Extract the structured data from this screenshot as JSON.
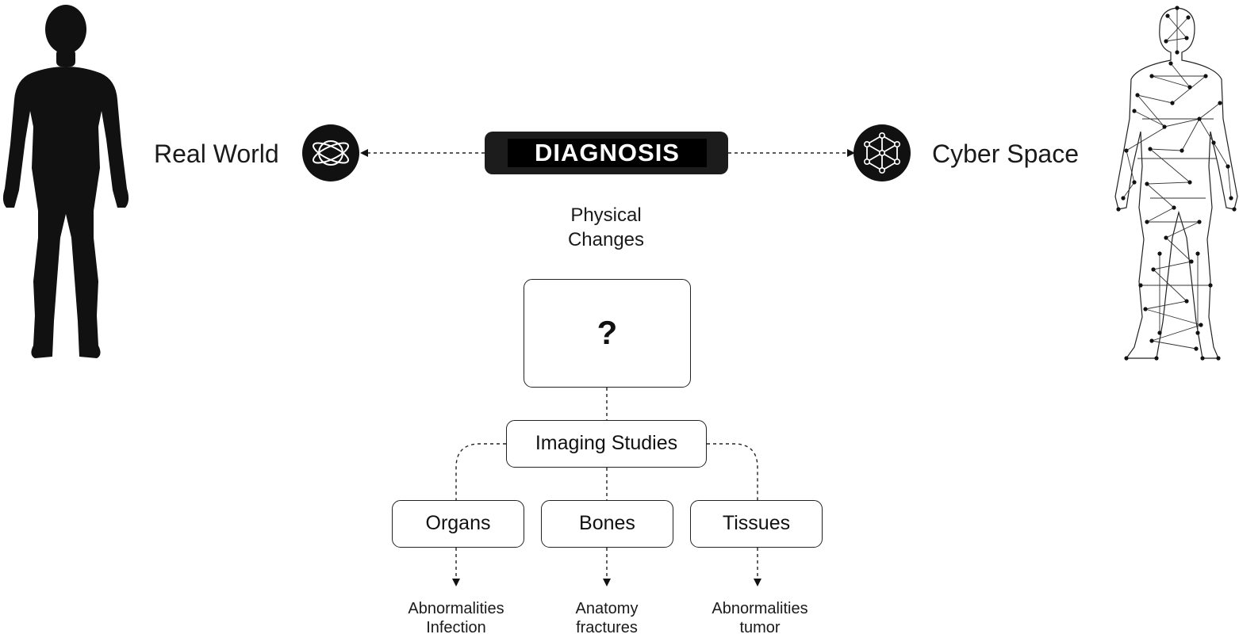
{
  "real_world": {
    "label": "Real World",
    "icon": "orbit-globe-icon"
  },
  "cyber_space": {
    "label": "Cyber Space",
    "icon": "network-cube-icon"
  },
  "diagnosis": {
    "label": "DIAGNOSIS"
  },
  "physical_changes": {
    "line1": "Physical",
    "line2": "Changes"
  },
  "unknown_box": {
    "label": "?"
  },
  "imaging": {
    "label": "Imaging Studies"
  },
  "categories": [
    {
      "label": "Organs",
      "note_line1": "Abnormalities",
      "note_line2": "Infection"
    },
    {
      "label": "Bones",
      "note_line1": "Anatomy",
      "note_line2": "fractures"
    },
    {
      "label": "Tissues",
      "note_line1": "Abnormalities",
      "note_line2": "tumor"
    }
  ],
  "colors": {
    "ink": "#1c1c1c",
    "background": "#ffffff"
  }
}
